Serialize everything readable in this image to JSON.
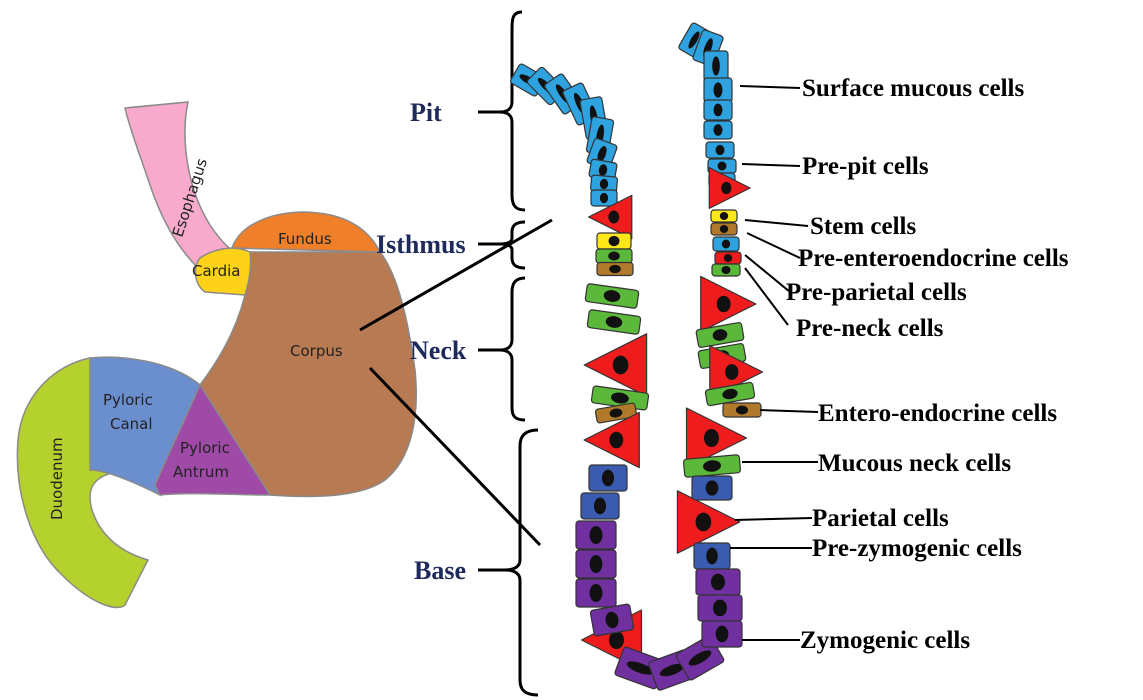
{
  "stomach": {
    "esophagus": "Esophagus",
    "fundus": "Fundus",
    "cardia": "Cardia",
    "corpus": "Corpus",
    "duodenum": "Duodenum",
    "pyloric_canal_1": "Pyloric",
    "pyloric_canal_2": "Canal",
    "pyloric_antrum_1": "Pyloric",
    "pyloric_antrum_2": "Antrum"
  },
  "regions": {
    "pit": "Pit",
    "isthmus": "Isthmus",
    "neck": "Neck",
    "base": "Base"
  },
  "cells": {
    "surface_mucous": "Surface mucous cells",
    "pre_pit": "Pre-pit cells",
    "stem": "Stem cells",
    "pre_enteroendocrine": "Pre-enteroendocrine cells",
    "pre_parietal": "Pre-parietal cells",
    "pre_neck": "Pre-neck cells",
    "entero_endocrine": "Entero-endocrine cells",
    "mucous_neck": "Mucous neck cells",
    "parietal": "Parietal cells",
    "pre_zymogenic": "Pre-zymogenic cells",
    "zymogenic": "Zymogenic cells"
  },
  "colors": {
    "surface_mucous": "#2ea3e0",
    "parietal": "#ee1c1c",
    "stem": "#ffe81a",
    "enteroendocrine": "#b07a2a",
    "mucous_neck": "#5cb83a",
    "zymogenic": "#7030a0",
    "pre_zymogenic": "#3a5bb0",
    "corpus": "#b87a52",
    "fundus": "#f07f2a",
    "cardia": "#ffd21a",
    "esophagus": "#f7aacb",
    "duodenum": "#b5d12d",
    "pyloric_canal": "#6b8ecf",
    "pyloric_antrum": "#a04aa8"
  }
}
